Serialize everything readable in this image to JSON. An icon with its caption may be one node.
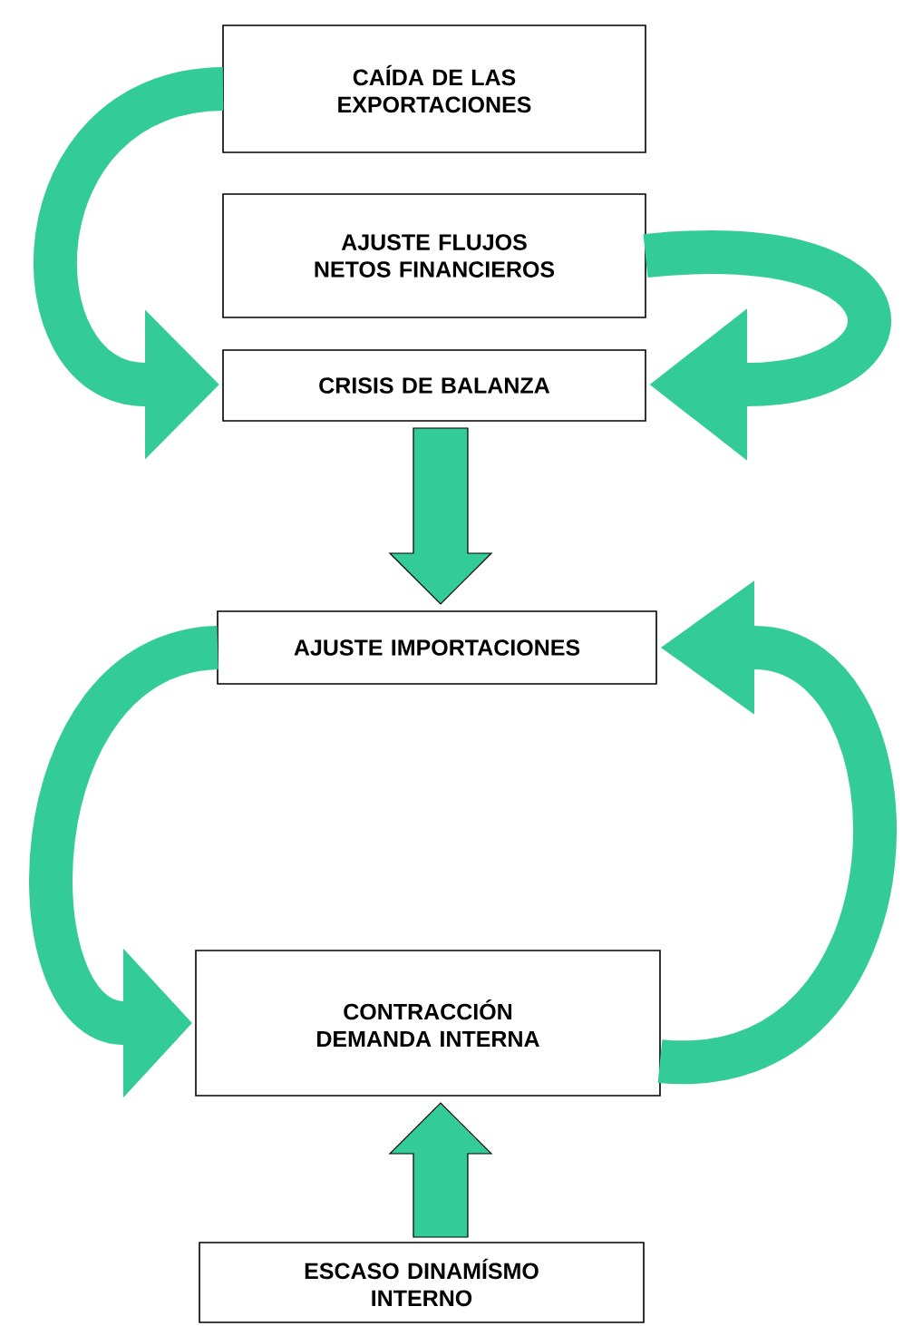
{
  "diagram": {
    "nodes": [
      {
        "text": [
          "CAÍDA DE LAS EXPORTACIONES"
        ]
      },
      {
        "text": [
          "AJUSTE FLUJOS NETOS FINANCIEROS"
        ]
      },
      {
        "text": [
          "CRISIS DE BALANZA"
        ]
      },
      {
        "text": [
          "AJUSTE IMPORTACIONES"
        ]
      },
      {
        "text": [
          "CONTRACCIÓN DEMANDA INTERNA"
        ]
      },
      {
        "text": [
          "ESCASO DINAMÍSMO INTERNO"
        ]
      }
    ],
    "edges": [
      {
        "from": 0,
        "to": 2,
        "arrow": "to"
      },
      {
        "from": 1,
        "to": 2,
        "arrow": "to"
      },
      {
        "from": 2,
        "to": 3,
        "arrow": "to"
      },
      {
        "from": 3,
        "to": 4,
        "arrow": "to"
      },
      {
        "from": 4,
        "to": 3,
        "arrow": "to"
      },
      {
        "from": 5,
        "to": 4,
        "arrow": "to"
      }
    ]
  }
}
